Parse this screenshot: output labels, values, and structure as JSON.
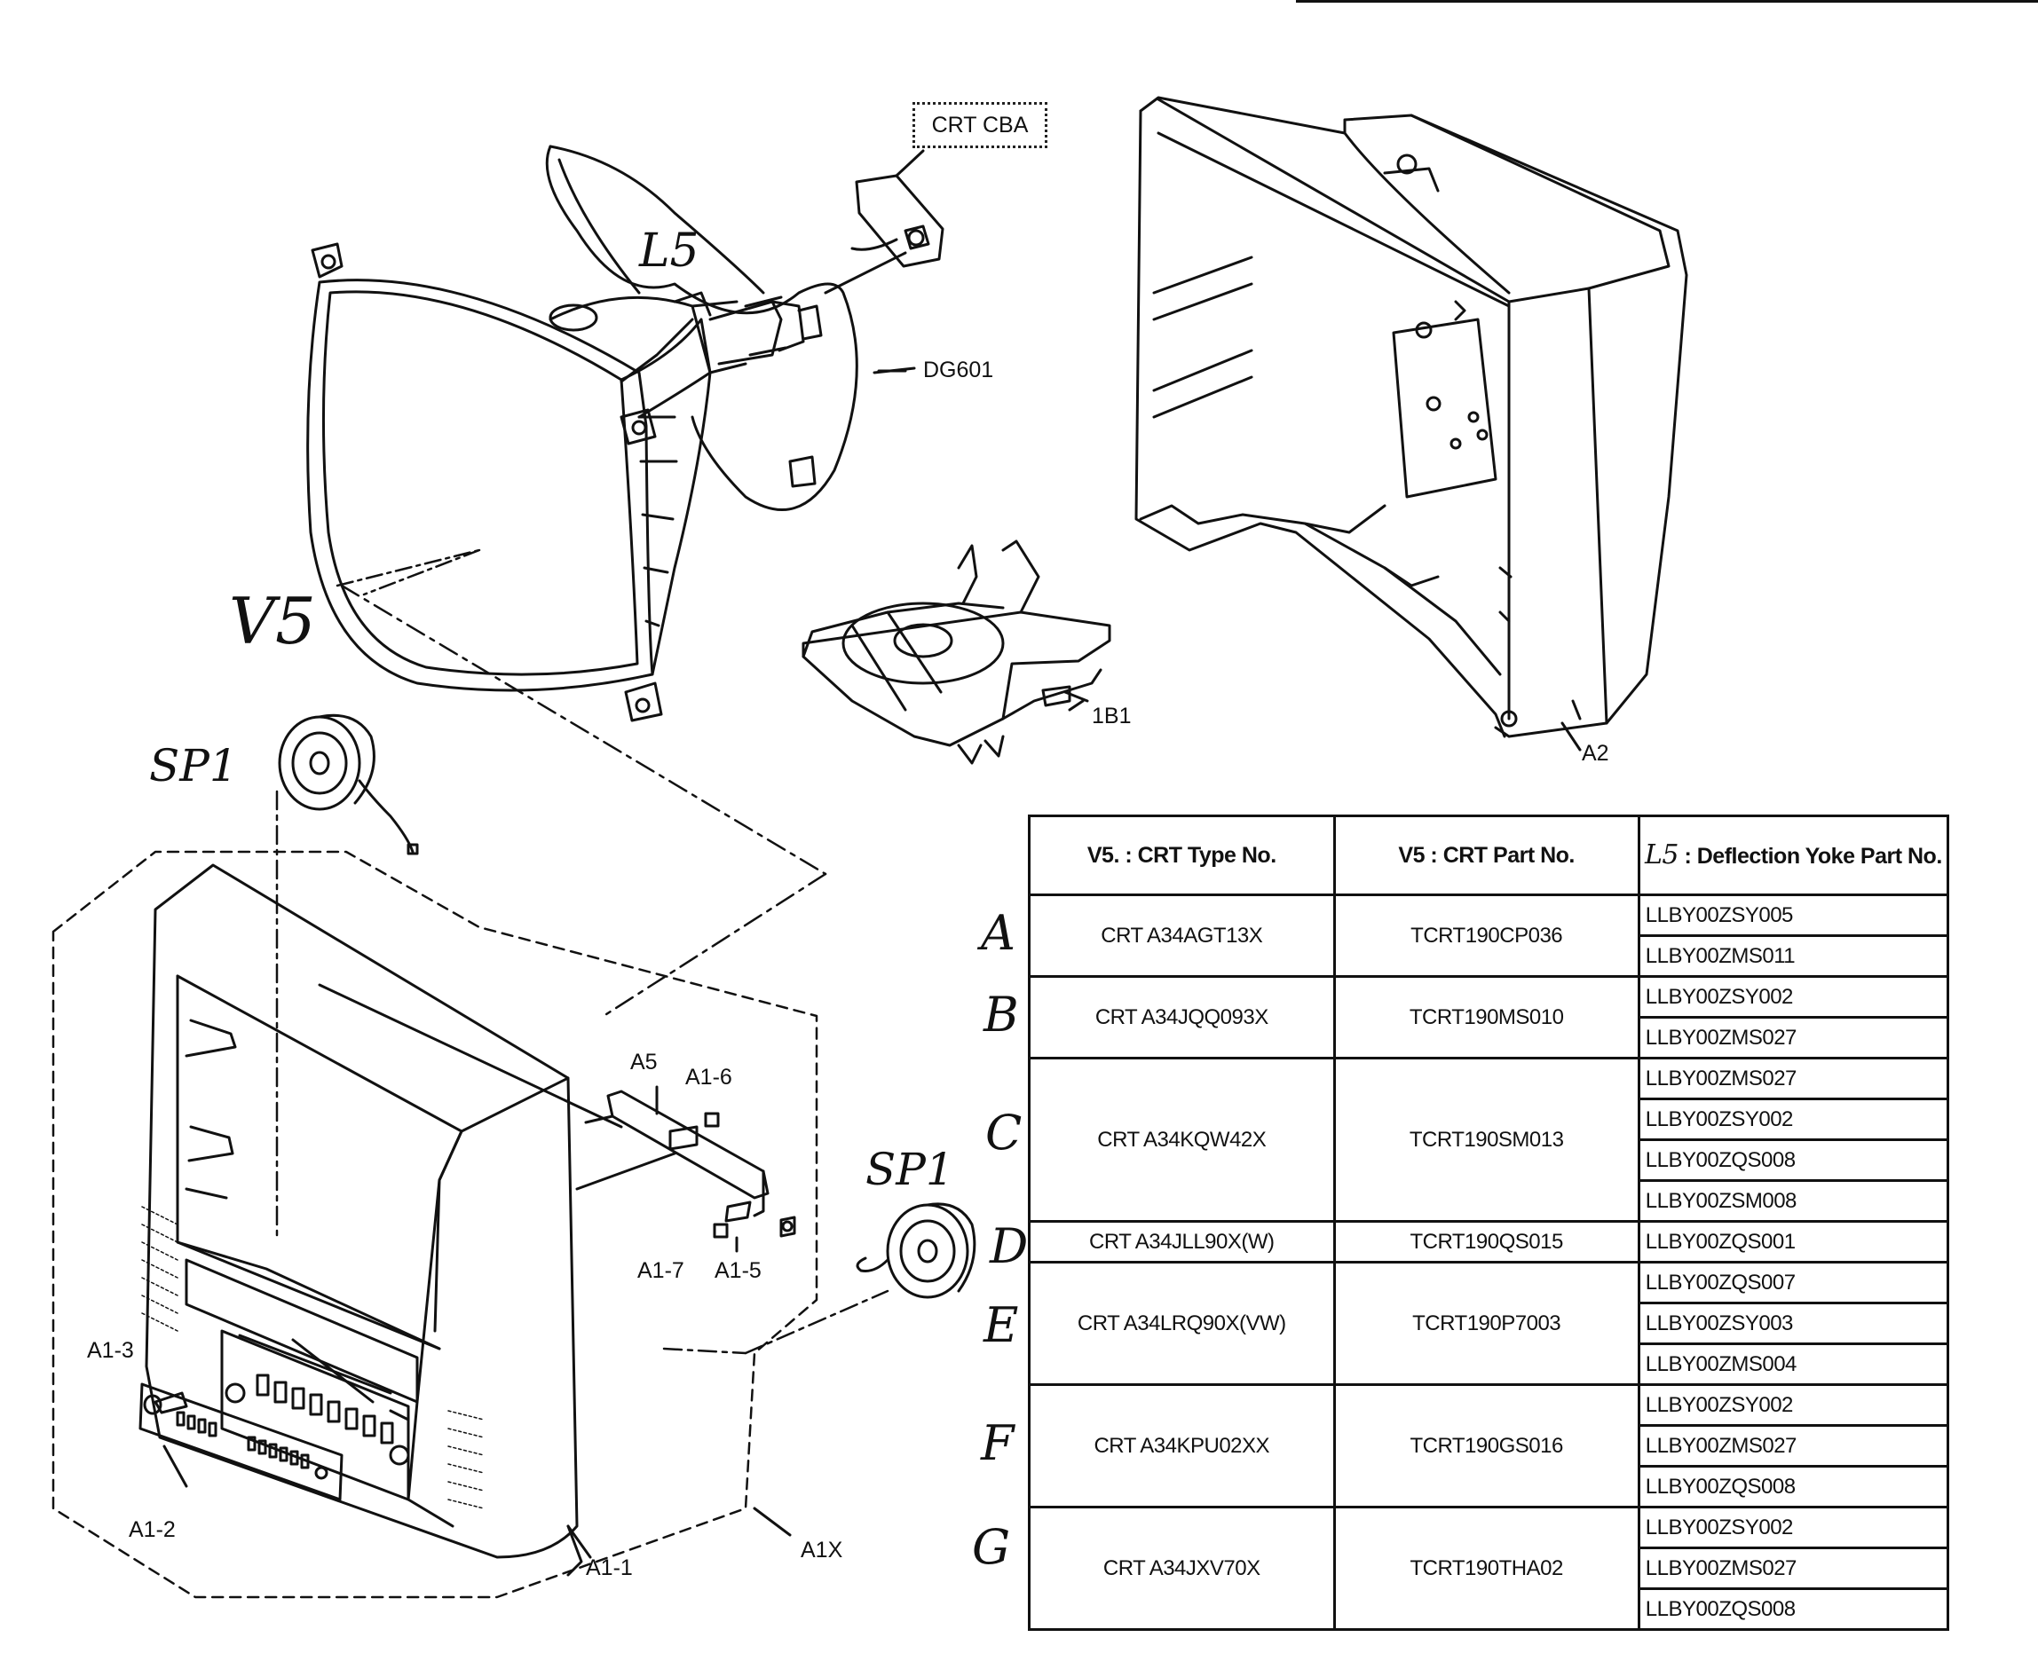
{
  "labels": {
    "crt_cba": "CRT CBA",
    "l5": "L5",
    "dg601": "DG601",
    "v5": "V5",
    "b1": "1B1",
    "a2": "A2",
    "sp1_left": "SP1",
    "sp1_right": "SP1",
    "a5": "A5",
    "a1_6": "A1-6",
    "a1_7": "A1-7",
    "a1_5": "A1-5",
    "a1_3": "A1-3",
    "a1_2": "A1-2",
    "a1_1": "A1-1",
    "a1x": "A1X"
  },
  "table": {
    "headers": {
      "col1": "V5.  : CRT Type No.",
      "col2": "V5   : CRT Part No.",
      "col3_symbol": "L5",
      "col3": ": Deflection Yoke Part No."
    },
    "rows": [
      {
        "letter": "A",
        "type": "CRT A34AGT13X",
        "part": "TCRT190CP036",
        "yokes": [
          "LLBY00ZSY005",
          "LLBY00ZMS011"
        ]
      },
      {
        "letter": "B",
        "type": "CRT A34JQQ093X",
        "part": "TCRT190MS010",
        "yokes": [
          "LLBY00ZSY002",
          "LLBY00ZMS027"
        ]
      },
      {
        "letter": "C",
        "type": "CRT A34KQW42X",
        "part": "TCRT190SM013",
        "yokes": [
          "LLBY00ZMS027",
          "LLBY00ZSY002",
          "LLBY00ZQS008",
          "LLBY00ZSM008"
        ]
      },
      {
        "letter": "D",
        "type": "CRT A34JLL90X(W)",
        "part": "TCRT190QS015",
        "yokes": [
          "LLBY00ZQS001"
        ]
      },
      {
        "letter": "E",
        "type": "CRT A34LRQ90X(VW)",
        "part": "TCRT190P7003",
        "yokes": [
          "LLBY00ZQS007",
          "LLBY00ZSY003",
          "LLBY00ZMS004"
        ]
      },
      {
        "letter": "F",
        "type": "CRT A34KPU02XX",
        "part": "TCRT190GS016",
        "yokes": [
          "LLBY00ZSY002",
          "LLBY00ZMS027",
          "LLBY00ZQS008"
        ]
      },
      {
        "letter": "G",
        "type": "CRT A34JXV70X",
        "part": "TCRT190THA02",
        "yokes": [
          "LLBY00ZSY002",
          "LLBY00ZMS027",
          "LLBY00ZQS008"
        ]
      }
    ]
  }
}
